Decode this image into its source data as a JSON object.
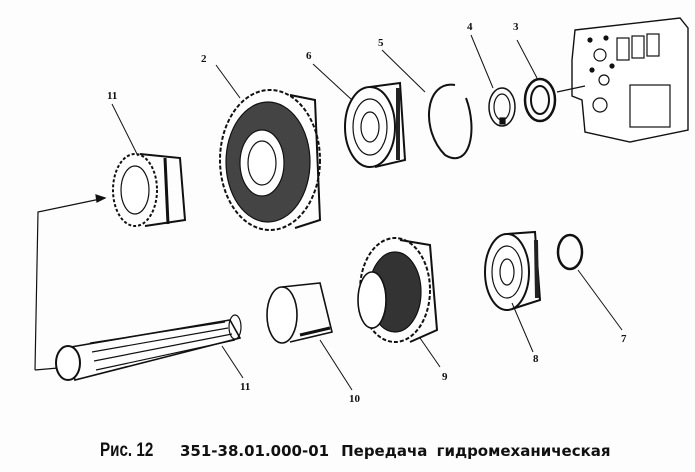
{
  "figure": {
    "type": "exploded-view assembly drawing",
    "caption": {
      "figure_label": "Рис. 12",
      "part_code": "351-38.01.000-01",
      "title": "Передача гидромеханическая"
    },
    "callouts": [
      {
        "number": "11",
        "part": "splined gear coupling (upper)"
      },
      {
        "number": "2",
        "part": "large gear with clutch disc"
      },
      {
        "number": "6",
        "part": "ball bearing (upper)"
      },
      {
        "number": "5",
        "part": "large snap ring"
      },
      {
        "number": "4",
        "part": "tab lock washer"
      },
      {
        "number": "3",
        "part": "round nut"
      },
      {
        "number": "7",
        "part": "small snap ring"
      },
      {
        "number": "8",
        "part": "ball bearing (lower)"
      },
      {
        "number": "9",
        "part": "gear with splined hub"
      },
      {
        "number": "10",
        "part": "bushing sleeve"
      },
      {
        "number": "11",
        "part": "splined shaft"
      }
    ],
    "housing": "gearbox housing (upper right)"
  }
}
